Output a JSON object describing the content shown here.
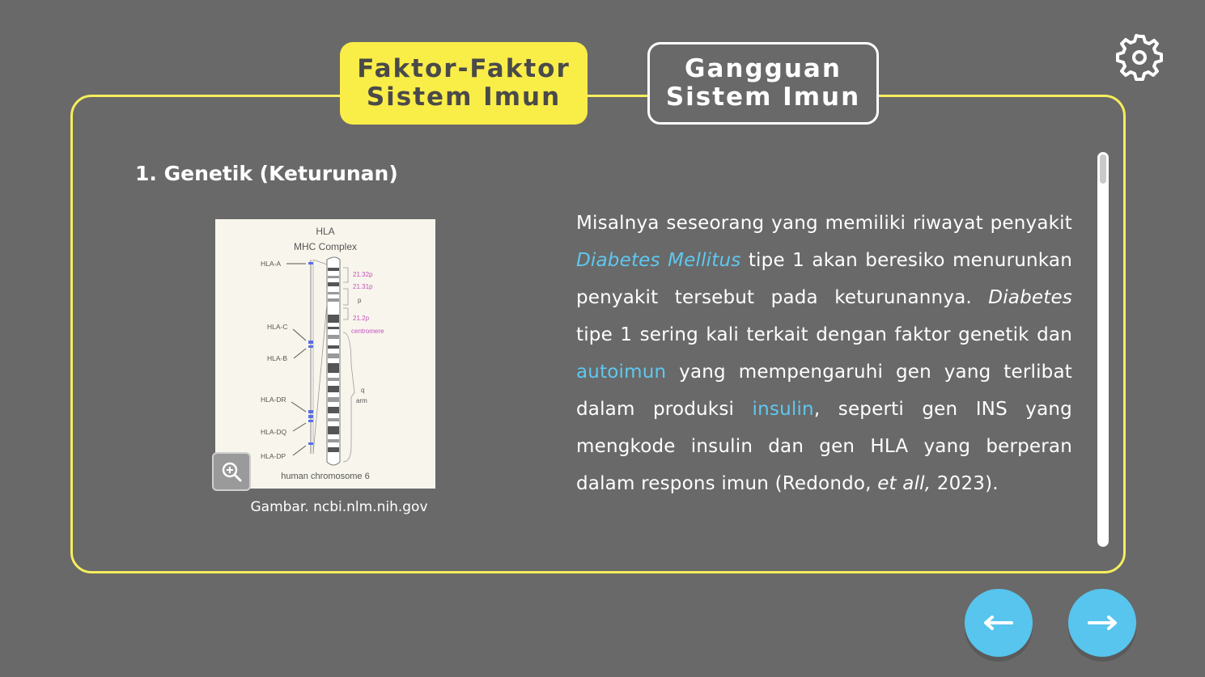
{
  "tabs": [
    {
      "label": "Faktor-Faktor\nSistem Imun",
      "active": true
    },
    {
      "label": "Gangguan\nSistem Imun",
      "active": false
    }
  ],
  "section": {
    "heading": "1. Genetik (Keturunan)"
  },
  "figure": {
    "title_line1": "HLA",
    "title_line2": "MHC Complex",
    "labels": {
      "hla_a": "HLA-A",
      "hla_c": "HLA-C",
      "hla_b": "HLA-B",
      "hla_dr": "HLA-DR",
      "hla_dq": "HLA-DQ",
      "hla_dp": "HLA-DP",
      "band_2132p": "21.32p",
      "band_2131p": "21.31p",
      "p": "p",
      "band_212p": "21.2p",
      "centromere": "centromere",
      "q": "q",
      "arm": "arm",
      "chromosome": "human chromosome 6"
    },
    "caption": "Gambar. ncbi.nlm.nih.gov"
  },
  "paragraph": {
    "t1": "Misalnya seseorang yang memiliki riwayat penyakit ",
    "l1": "Diabetes Mellitus",
    "t2": " tipe 1 akan beresiko menurunkan penyakit tersebut pada keturunannya. ",
    "i1": "Diabetes",
    "t3": " tipe 1 sering kali terkait dengan faktor genetik dan ",
    "l2": "autoimun",
    "t4": " yang mempengaruhi gen yang terlibat dalam produksi ",
    "l3": "insulin",
    "t5": ", seperti gen INS yang mengkode insulin dan gen HLA yang berperan dalam respons imun (Redondo, ",
    "i2": "et all,",
    "t6": " 2023)."
  },
  "icons": {
    "settings": "gear-icon",
    "zoom": "zoom-in-icon",
    "prev": "arrow-left-icon",
    "next": "arrow-right-icon"
  },
  "colors": {
    "background": "#696969",
    "accent_yellow": "#f9ed48",
    "link_blue": "#5ec8ef",
    "nav_blue": "#57c5ee"
  }
}
